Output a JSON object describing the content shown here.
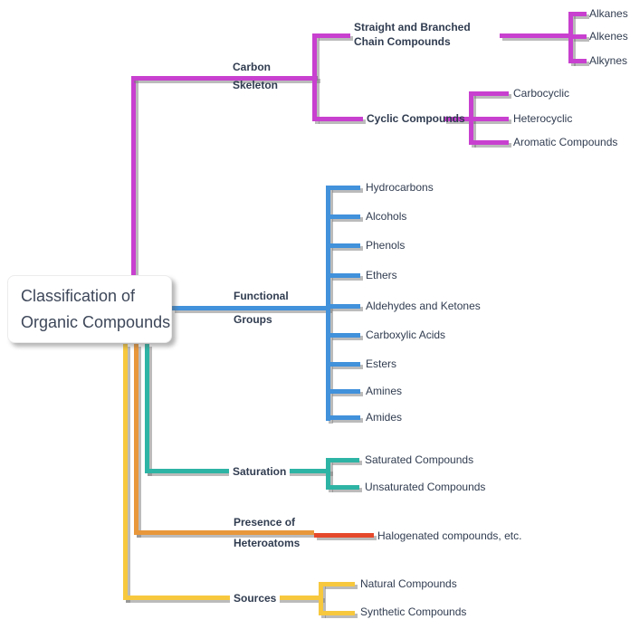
{
  "diagram_title": "Classification of Organic Compounds",
  "root": {
    "line1": "Classification of",
    "line2": "Organic Compounds"
  },
  "branches": {
    "carbon_skeleton": {
      "label_line1": "Carbon",
      "label_line2": "Skeleton",
      "color": "#C840CF",
      "children": {
        "open_chain": {
          "label_line1": "Straight and Branched",
          "label_line2": "Chain Compounds",
          "leaves": [
            "Alkanes",
            "Alkenes",
            "Alkynes"
          ]
        },
        "cyclic": {
          "label": "Cyclic Compounds",
          "leaves": [
            "Carbocyclic",
            "Heterocyclic",
            "Aromatic Compounds"
          ]
        }
      }
    },
    "functional_groups": {
      "label_line1": "Functional",
      "label_line2": "Groups",
      "color": "#4191DB",
      "leaves": [
        "Hydrocarbons",
        "Alcohols",
        "Phenols",
        "Ethers",
        "Aldehydes and Ketones",
        "Carboxylic Acids",
        "Esters",
        "Amines",
        "Amides"
      ]
    },
    "saturation": {
      "label": "Saturation",
      "color": "#2EB4A4",
      "leaves": [
        "Saturated Compounds",
        "Unsaturated Compounds"
      ]
    },
    "heteroatoms": {
      "label_line1": "Presence of",
      "label_line2": "Heteroatoms",
      "color": "#E8973B",
      "leaf_color": "#E5492B",
      "leaves": [
        "Halogenated compounds, etc."
      ]
    },
    "sources": {
      "label": "Sources",
      "color": "#F7C83E",
      "leaves": [
        "Natural Compounds",
        "Synthetic Compounds"
      ]
    }
  },
  "colors": {
    "background": "#ffffff",
    "text": "#303C50",
    "line_shadow": "#787878"
  }
}
